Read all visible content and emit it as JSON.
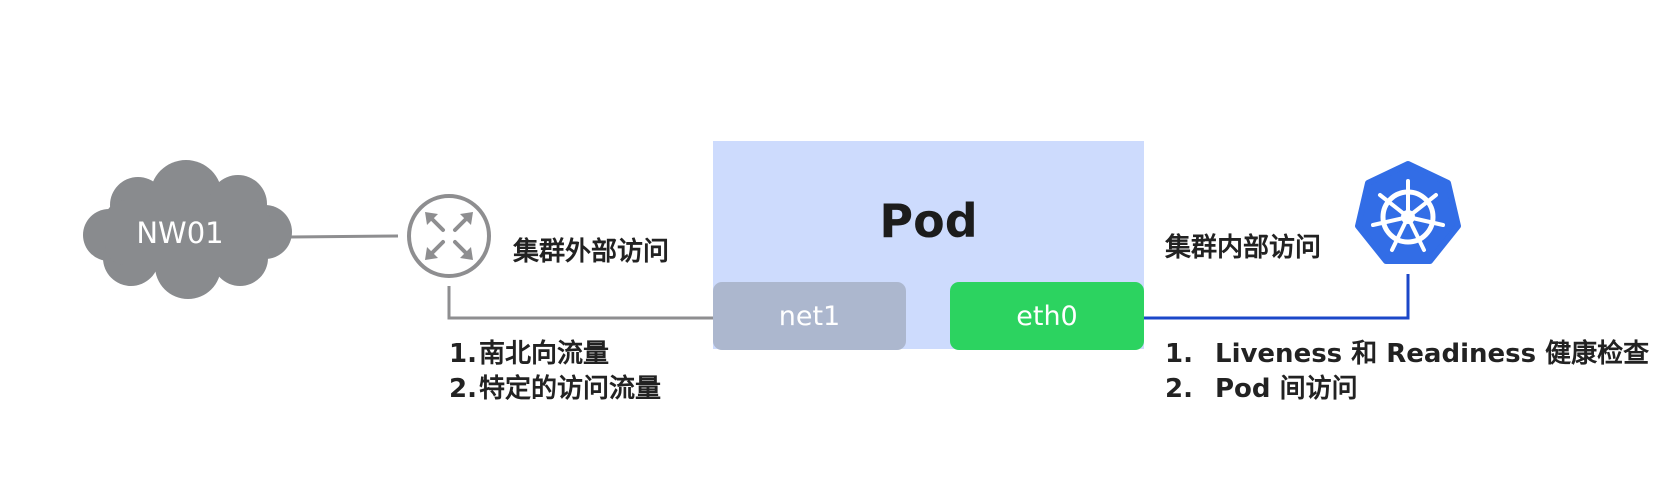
{
  "cloud": {
    "label": "NW01",
    "color": "#898b8e"
  },
  "router": {
    "icon": "router-arrows-icon",
    "color": "#8e8e90"
  },
  "pod": {
    "title": "Pod",
    "background": "#cddbfd",
    "interfaces": [
      {
        "label": "net1",
        "color": "#acb7ce"
      },
      {
        "label": "eth0",
        "color": "#2cd360"
      }
    ]
  },
  "external": {
    "label": "集群外部访问",
    "items": [
      {
        "num": "1.",
        "text": "南北向流量"
      },
      {
        "num": "2.",
        "text": "特定的访问流量"
      }
    ]
  },
  "internal": {
    "label": "集群内部访问",
    "items": [
      {
        "num": "1.",
        "text": "Liveness 和 Readiness 健康检查"
      },
      {
        "num": "2.",
        "text": "Pod 间访问"
      }
    ]
  },
  "kubernetes": {
    "icon": "kubernetes-helm-icon",
    "color": "#326de6"
  },
  "connectors": {
    "external_color": "#8e8e90",
    "internal_color": "#1b47c9"
  }
}
